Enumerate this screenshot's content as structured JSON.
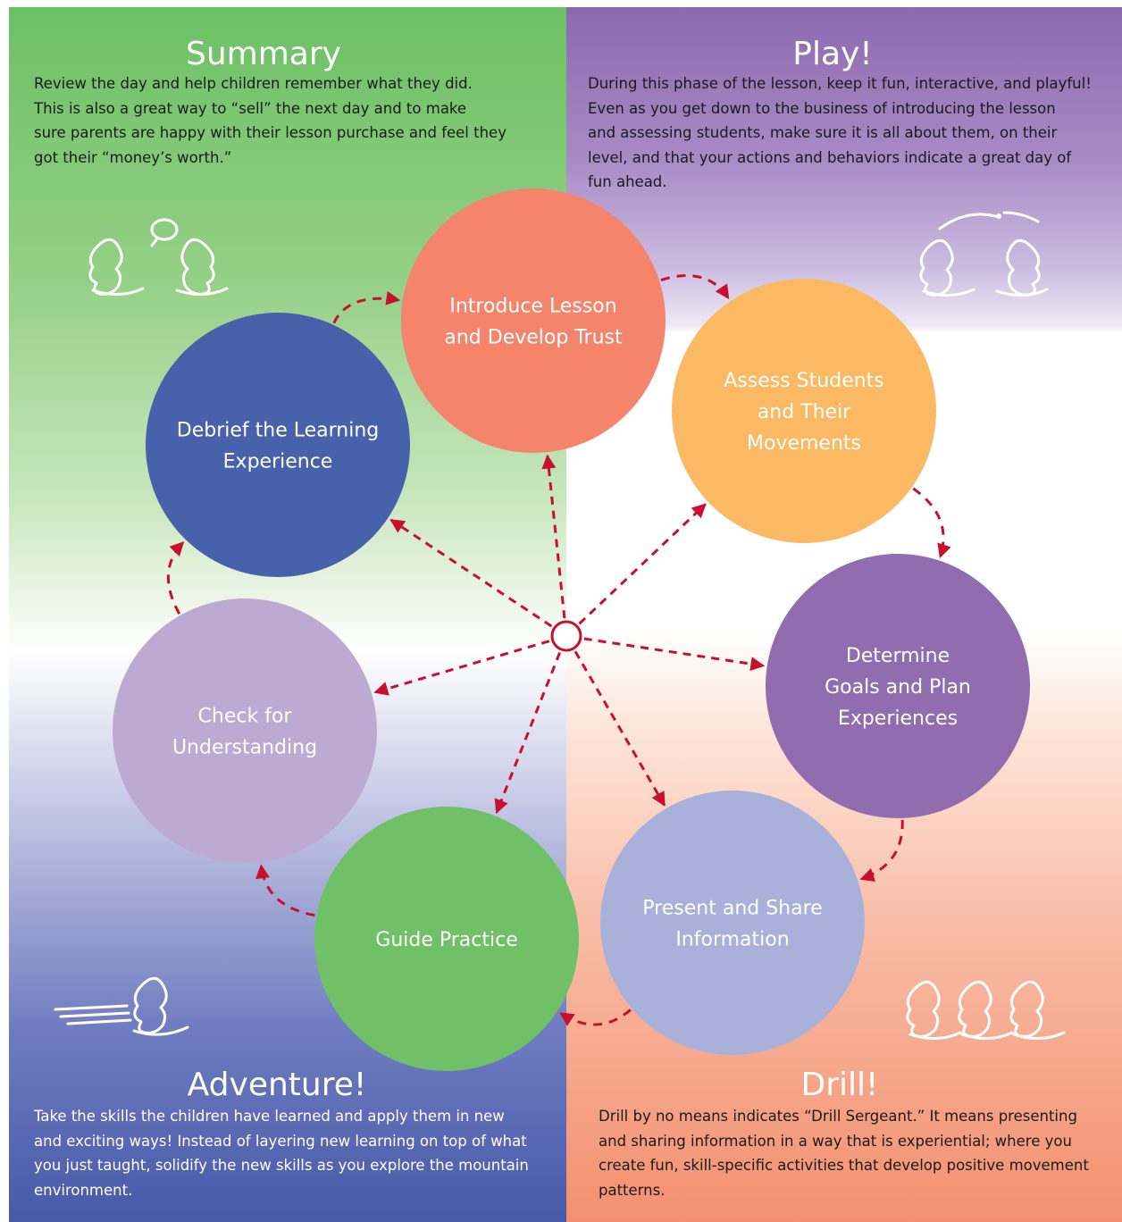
{
  "quadrants": {
    "summary": {
      "title": "Summary",
      "lines": [
        "Review the day and help children remember what they did.",
        "This is also a great way to “sell” the next day and to make",
        "sure parents are happy with their lesson purchase and feel they",
        "got their “money’s worth.”"
      ]
    },
    "play": {
      "title": "Play!",
      "lines": [
        "During this phase of the lesson, keep it fun, interactive, and playful!",
        "Even as you get down to the business of introducing the lesson",
        "and assessing students, make sure it is all about them, on their",
        "level, and that your actions and behaviors indicate a great day of",
        "fun ahead."
      ]
    },
    "adventure": {
      "title": "Adventure!",
      "lines": [
        "Take the skills the children have learned and apply them in new",
        "and exciting ways! Instead of layering new learning on top of what",
        "you just taught, solidify the new skills as you explore the mountain",
        "environment."
      ]
    },
    "drill": {
      "title": "Drill!",
      "lines": [
        "Drill by no means indicates “Drill Sergeant.” It means presenting",
        "and sharing information in a way that is experiential; where you",
        "create fun, skill-specific activities that develop positive movement",
        "patterns."
      ]
    }
  },
  "cycle_steps": [
    {
      "id": "introduce",
      "lines": [
        "Introduce Lesson",
        "and Develop Trust"
      ],
      "color": "#f4856c"
    },
    {
      "id": "assess",
      "lines": [
        "Assess Students",
        "and Their",
        "Movements"
      ],
      "color": "#fcb963"
    },
    {
      "id": "determine",
      "lines": [
        "Determine",
        "Goals and Plan",
        "Experiences"
      ],
      "color": "#916db0"
    },
    {
      "id": "present",
      "lines": [
        "Present and Share",
        "Information"
      ],
      "color": "#a9b0da"
    },
    {
      "id": "guide",
      "lines": [
        "Guide Practice"
      ],
      "color": "#70c067"
    },
    {
      "id": "check",
      "lines": [
        "Check for",
        "Understanding"
      ],
      "color": "#bcaad3"
    },
    {
      "id": "debrief",
      "lines": [
        "Debrief the Learning",
        "Experience"
      ],
      "color": "#4861ab"
    }
  ],
  "colors": {
    "arrow": "#c8102e",
    "hub_fill": "#ffffff",
    "heading_text": "#ffffff"
  },
  "icons": [
    "talking-snowboarders-icon",
    "tossing-snowboarders-icon",
    "speeding-snowboarder-icon",
    "snowboarder-group-icon"
  ]
}
